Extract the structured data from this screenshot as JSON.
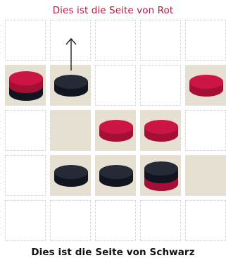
{
  "labels": {
    "top": "Dies ist die Seite von Rot",
    "bottom": "Dies ist die Seite von Schwarz"
  },
  "colors": {
    "red_top": "#cc1545",
    "red_side": "#a50f35",
    "black_top": "#252a36",
    "black_side": "#111520",
    "beige": "#e6e0d3",
    "top_label": "#b2193f"
  },
  "board": {
    "columns": 5,
    "rows": 5,
    "beige_cells": [
      {
        "row": 1,
        "col": 0
      },
      {
        "row": 1,
        "col": 1
      },
      {
        "row": 1,
        "col": 4
      },
      {
        "row": 2,
        "col": 1
      },
      {
        "row": 2,
        "col": 2
      },
      {
        "row": 2,
        "col": 3
      },
      {
        "row": 3,
        "col": 1
      },
      {
        "row": 3,
        "col": 2
      },
      {
        "row": 3,
        "col": 3
      },
      {
        "row": 3,
        "col": 4
      }
    ],
    "stacks": [
      {
        "row": 1,
        "col": 0,
        "pieces": [
          "black",
          "red"
        ]
      },
      {
        "row": 1,
        "col": 1,
        "pieces": [
          "black"
        ]
      },
      {
        "row": 1,
        "col": 4,
        "pieces": [
          "red"
        ]
      },
      {
        "row": 2,
        "col": 2,
        "pieces": [
          "red"
        ]
      },
      {
        "row": 2,
        "col": 3,
        "pieces": [
          "red"
        ]
      },
      {
        "row": 3,
        "col": 1,
        "pieces": [
          "black"
        ]
      },
      {
        "row": 3,
        "col": 2,
        "pieces": [
          "black"
        ]
      },
      {
        "row": 3,
        "col": 3,
        "pieces": [
          "red",
          "black"
        ]
      }
    ],
    "move_arrow": {
      "row": 0,
      "col": 1,
      "direction": "up",
      "icon": "arrow-up-icon"
    }
  }
}
